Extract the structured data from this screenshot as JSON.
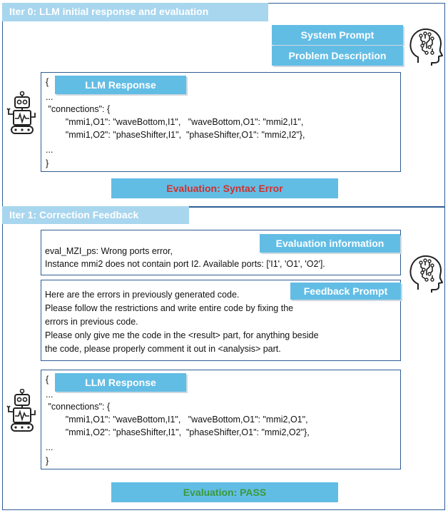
{
  "iter0": {
    "header": "Iter 0: LLM initial response and evaluation",
    "system_prompt": "System Prompt",
    "problem_description": "Problem Description",
    "llm_response_tag": "LLM Response",
    "code_lines": [
      "{",
      "...",
      " \"connections\": {",
      "        \"mmi1,O1\": \"waveBottom,I1\",   \"waveBottom,O1\": \"mmi2,I1\",",
      "        \"mmi1,O2\": \"phaseShifter,I1\",  \"phaseShifter,O1\": \"mmi2,I2\"},",
      "...",
      "}"
    ],
    "evaluation": "Evaluation: Syntax Error",
    "evaluation_color": "#d0312d"
  },
  "iter1": {
    "header": "Iter 1: Correction Feedback",
    "evaluation_information_tag": "Evaluation information",
    "eval_lines": [
      "eval_MZI_ps: Wrong ports error,",
      "Instance mmi2 does not contain port I2. Available ports: ['I1', 'O1', 'O2']."
    ],
    "feedback_prompt_tag": "Feedback Prompt",
    "feedback_lines": [
      "Here are the errors in previously generated code.",
      "Please follow the restrictions and write entire code by fixing the",
      "errors in previous code.",
      "Please only give me the code in the <result> part, for anything beside",
      "the code, please properly comment it out in <analysis> part."
    ],
    "llm_response_tag": "LLM Response",
    "code_lines": [
      "{",
      "...",
      " \"connections\": {",
      "        \"mmi1,O1\": \"waveBottom,I1\",   \"waveBottom,O1\": \"mmi2,O1\",",
      "        \"mmi1,O2\": \"phaseShifter,I1\",  \"phaseShifter,O1\": \"mmi2,O2\"},",
      "...",
      "}"
    ],
    "evaluation": "Evaluation: PASS",
    "evaluation_color": "#3a9a3a"
  },
  "icons": {
    "robot": "robot-icon",
    "brain": "brain-circuit-icon"
  },
  "colors": {
    "border": "#2f5d93",
    "header_bg": "#a8d6ee",
    "tag_bg": "#62bde5"
  }
}
